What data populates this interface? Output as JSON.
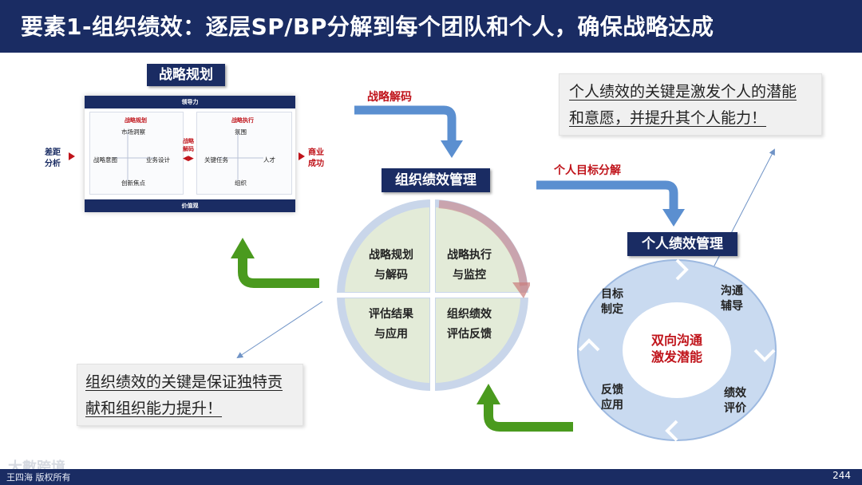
{
  "header": {
    "title": "要素1-组织绩效：逐层SP/BP分解到每个团队和个人，确保战略达成"
  },
  "strategy": {
    "title": "战略规划",
    "top_bar": "领导力",
    "bottom_bar": "价值观",
    "left_side": [
      "差距",
      "分析"
    ],
    "right_side": [
      "商业",
      "成功"
    ],
    "middle_tag": [
      "战略",
      "解码"
    ],
    "left_panel": {
      "title": "战略规划",
      "items": [
        "市场洞察",
        "战略意图",
        "业务设计",
        "创新焦点"
      ]
    },
    "right_panel": {
      "title": "战略执行",
      "items": [
        "氛围",
        "关键任务",
        "人才",
        "组织"
      ]
    }
  },
  "arrows": {
    "decode": "战略解码",
    "personal_goal": "个人目标分解"
  },
  "org_mgmt": {
    "title": "组织绩效管理",
    "quadrants": [
      {
        "line1": "战略规划",
        "line2": "与解码"
      },
      {
        "line1": "战略执行",
        "line2": "与监控"
      },
      {
        "line1": "评估结果",
        "line2": "与应用"
      },
      {
        "line1": "组织绩效",
        "line2": "评估反馈"
      }
    ]
  },
  "personal_mgmt": {
    "title": "个人绩效管理",
    "center": {
      "line1": "双向沟通",
      "line2": "激发潜能"
    },
    "stages": [
      {
        "line1": "目标",
        "line2": "制定"
      },
      {
        "line1": "沟通",
        "line2": "辅导"
      },
      {
        "line1": "绩效",
        "line2": "评价"
      },
      {
        "line1": "反馈",
        "line2": "应用"
      }
    ]
  },
  "notes": {
    "personal": {
      "line1": "个人绩效的关键是激发个人的潜能",
      "line2": "和意愿，并提升其个人能力！"
    },
    "org": {
      "line1": "组织绩效的关键是保证独特贡",
      "line2": "献和组织能力提升！"
    }
  },
  "footer": {
    "left": "王四海 版权所有",
    "page": "244",
    "watermark": "大數跨境"
  },
  "colors": {
    "navy": "#1a2c63",
    "red": "#c0141b",
    "green": "#4a9a1e",
    "blue_arrow": "#5b8fd0",
    "quad_fill": "#e3ebd8",
    "ring_fill": "#c9daf0"
  }
}
